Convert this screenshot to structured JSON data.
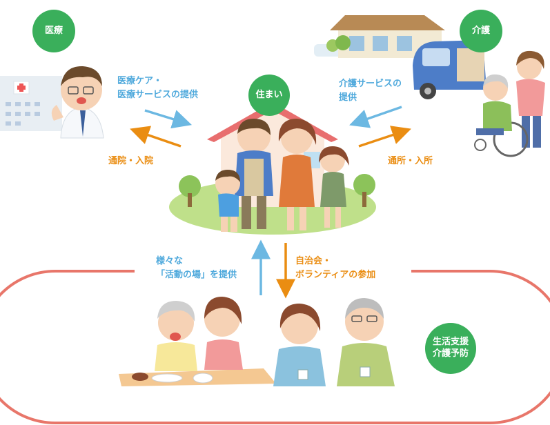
{
  "nodes": {
    "medical": "医療",
    "care": "介護",
    "home": "住まい",
    "support": "生活支援\n介護予防"
  },
  "labels": {
    "medical_service": "医療ケア・\n医療サービスの提供",
    "visit_hospital": "通院・入院",
    "care_service": "介護サービスの\n提供",
    "day_care": "通所・入所",
    "activities": "様々な\n「活動の場」を提供",
    "volunteer": "自治会・\nボランティアの参加"
  },
  "colors": {
    "green": "#3aaf5b",
    "blue_arrow": "#6cb8e2",
    "orange_arrow": "#ea8d12",
    "loop": "#e8766a"
  }
}
